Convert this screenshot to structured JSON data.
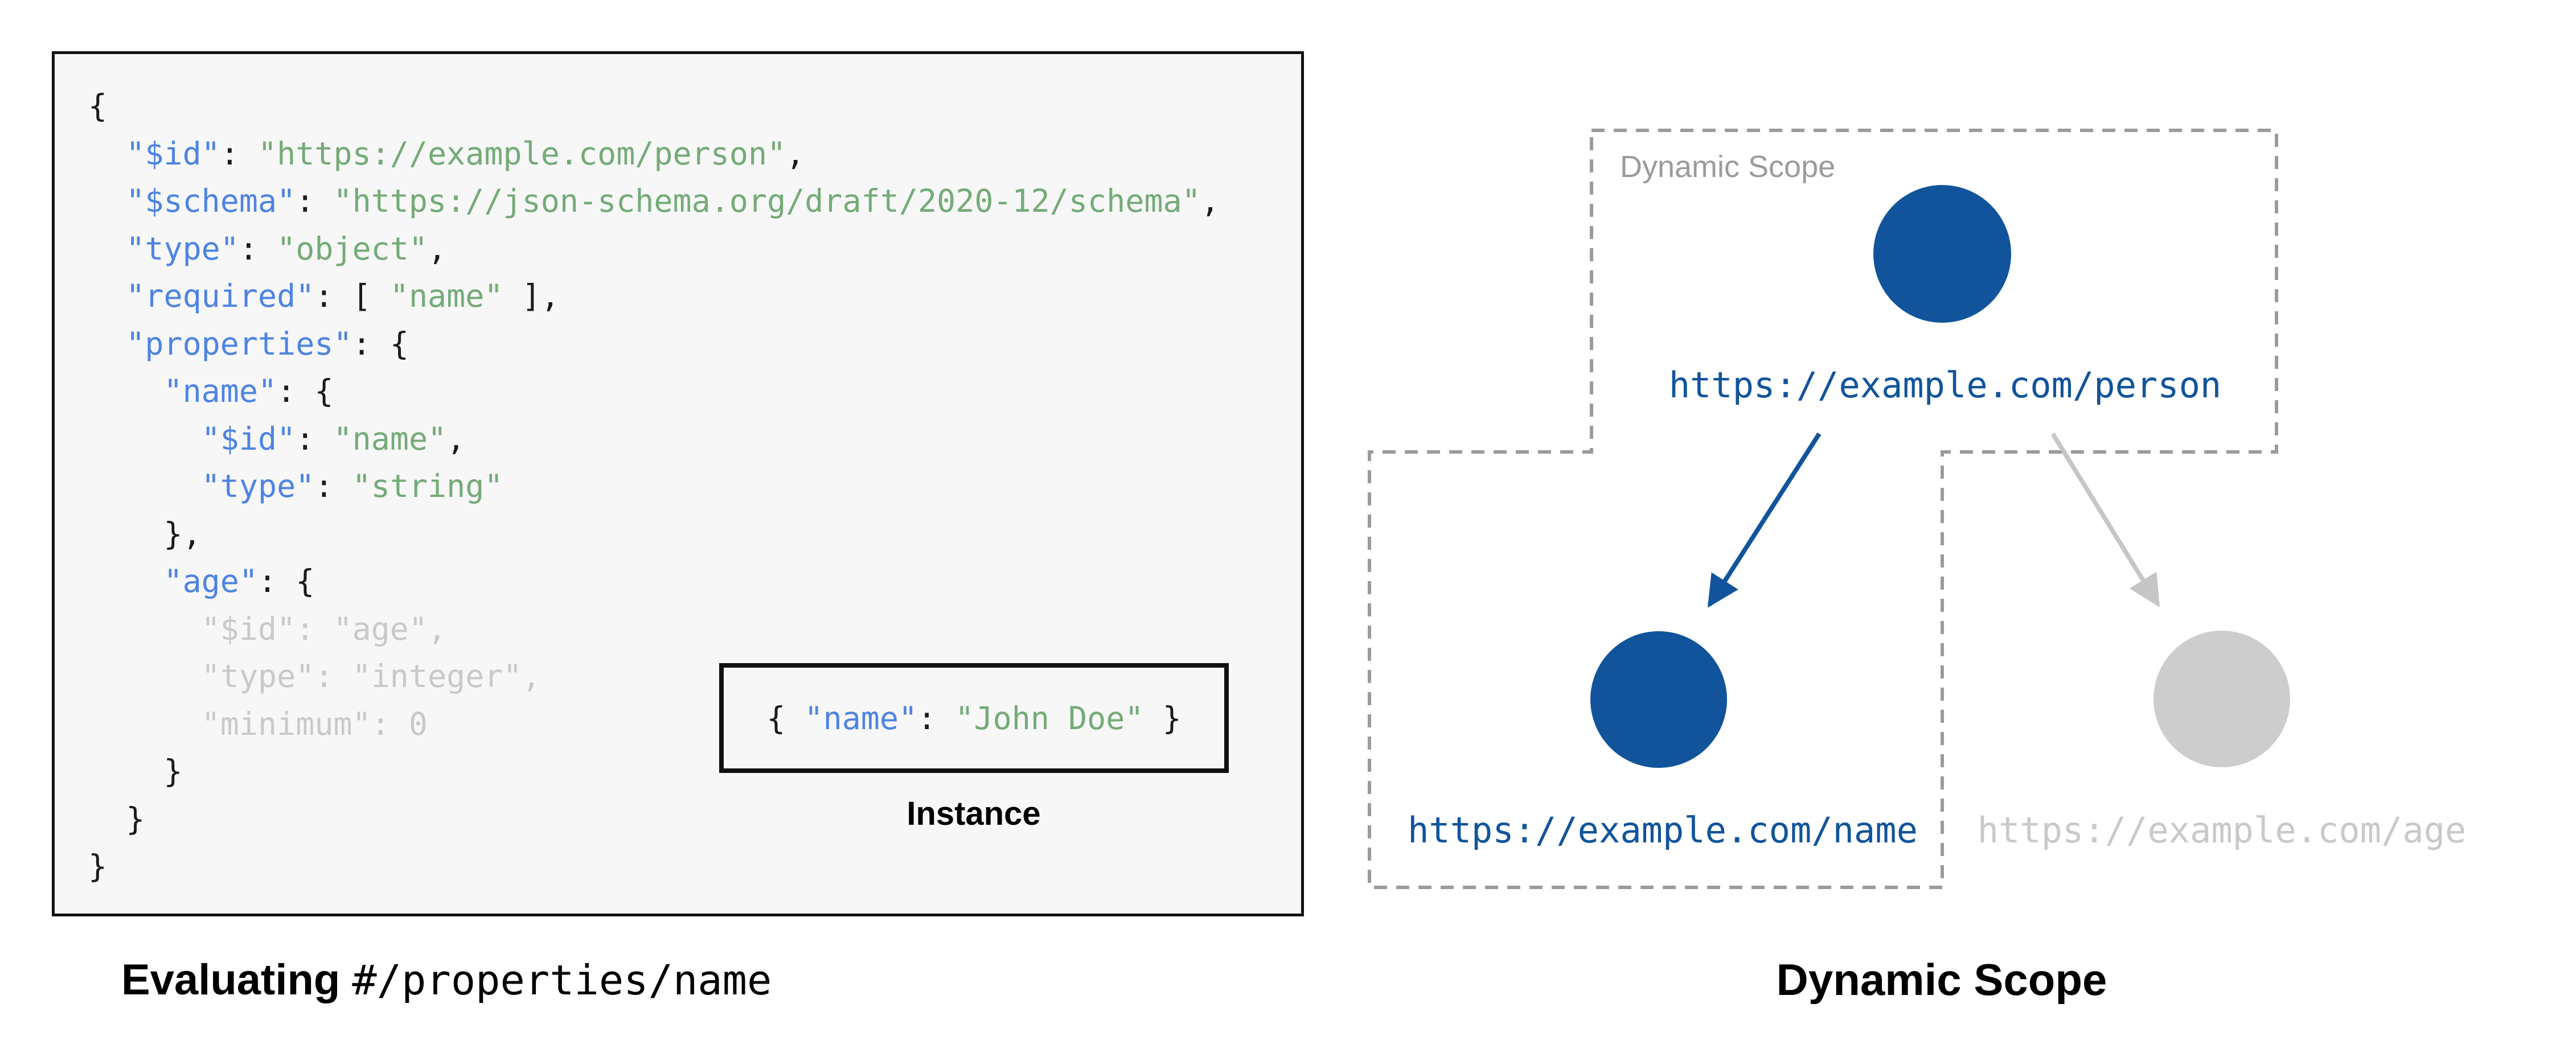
{
  "colors": {
    "accent_blue": "#11549b",
    "code_key": "#4d84e2",
    "code_str": "#74ab77",
    "code_punct": "#1b1b1b",
    "muted_gray": "#c9c9c9",
    "arrow_gray": "#c6c6c6",
    "dash_gray": "#9b9b9b",
    "panel_bg": "#f7f7f7",
    "border_black": "#111111"
  },
  "schema": {
    "lines": [
      [
        [
          "p",
          "{"
        ]
      ],
      [
        [
          "p",
          "  "
        ],
        [
          "k",
          "\"$id\""
        ],
        [
          "p",
          ": "
        ],
        [
          "s",
          "\"https://example.com/person\""
        ],
        [
          "p",
          ","
        ]
      ],
      [
        [
          "p",
          "  "
        ],
        [
          "k",
          "\"$schema\""
        ],
        [
          "p",
          ": "
        ],
        [
          "s",
          "\"https://json-schema.org/draft/2020-12/schema\""
        ],
        [
          "p",
          ","
        ]
      ],
      [
        [
          "p",
          "  "
        ],
        [
          "k",
          "\"type\""
        ],
        [
          "p",
          ": "
        ],
        [
          "s",
          "\"object\""
        ],
        [
          "p",
          ","
        ]
      ],
      [
        [
          "p",
          "  "
        ],
        [
          "k",
          "\"required\""
        ],
        [
          "p",
          ": [ "
        ],
        [
          "s",
          "\"name\""
        ],
        [
          "p",
          " ],"
        ]
      ],
      [
        [
          "p",
          "  "
        ],
        [
          "k",
          "\"properties\""
        ],
        [
          "p",
          ": {"
        ]
      ],
      [
        [
          "p",
          "    "
        ],
        [
          "k",
          "\"name\""
        ],
        [
          "p",
          ": {"
        ]
      ],
      [
        [
          "p",
          "      "
        ],
        [
          "k",
          "\"$id\""
        ],
        [
          "p",
          ": "
        ],
        [
          "s",
          "\"name\""
        ],
        [
          "p",
          ","
        ]
      ],
      [
        [
          "p",
          "      "
        ],
        [
          "k",
          "\"type\""
        ],
        [
          "p",
          ": "
        ],
        [
          "s",
          "\"string\""
        ]
      ],
      [
        [
          "p",
          "    },"
        ]
      ],
      [
        [
          "p",
          "    "
        ],
        [
          "k",
          "\"age\""
        ],
        [
          "p",
          ": {"
        ]
      ],
      [
        [
          "g",
          "      \"$id\": \"age\","
        ]
      ],
      [
        [
          "g",
          "      \"type\": \"integer\","
        ]
      ],
      [
        [
          "g",
          "      \"minimum\": 0"
        ]
      ],
      [
        [
          "p",
          "    }"
        ]
      ],
      [
        [
          "p",
          "  }"
        ]
      ],
      [
        [
          "p",
          "}"
        ]
      ]
    ]
  },
  "instance": {
    "tokens": [
      [
        "p",
        "{ "
      ],
      [
        "k",
        "\"name\""
      ],
      [
        "p",
        ": "
      ],
      [
        "s",
        "\"John Doe\""
      ],
      [
        "p",
        " }"
      ]
    ],
    "label": "Instance"
  },
  "captions": {
    "left_bold": "Evaluating ",
    "left_mono": "#/properties/name",
    "right": "Dynamic Scope"
  },
  "diagram": {
    "scope_label": "Dynamic Scope",
    "nodes": [
      {
        "id": "person",
        "label": "https://example.com/person",
        "state": "active"
      },
      {
        "id": "name",
        "label": "https://example.com/name",
        "state": "active"
      },
      {
        "id": "age",
        "label": "https://example.com/age",
        "state": "inactive"
      }
    ],
    "edges": [
      {
        "from": "person",
        "to": "name",
        "state": "active"
      },
      {
        "from": "person",
        "to": "age",
        "state": "inactive"
      }
    ]
  }
}
